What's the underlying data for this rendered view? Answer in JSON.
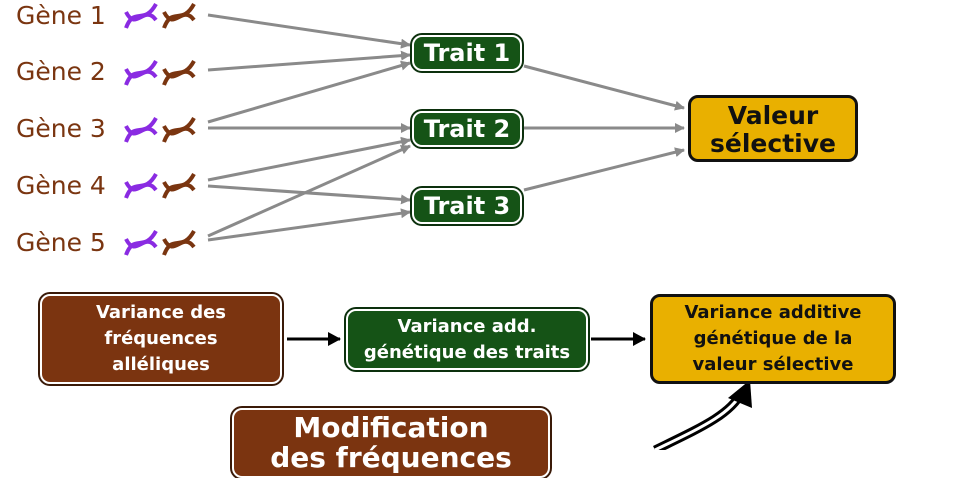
{
  "genes": [
    {
      "label": "Gène 1"
    },
    {
      "label": "Gène 2"
    },
    {
      "label": "Gène 3"
    },
    {
      "label": "Gène 4"
    },
    {
      "label": "Gène 5"
    }
  ],
  "traits": [
    {
      "label": "Trait 1"
    },
    {
      "label": "Trait 2"
    },
    {
      "label": "Trait 3"
    }
  ],
  "fitness": {
    "line1": "Valeur",
    "line2": "sélective"
  },
  "bottom": {
    "allele_variance": {
      "line1": "Variance des",
      "line2": "fréquences",
      "line3": "alléliques"
    },
    "trait_variance": {
      "line1": "Variance add.",
      "line2": "génétique des traits"
    },
    "fitness_variance": {
      "line1": "Variance additive",
      "line2": "génétique de la",
      "line3": "valeur sélective"
    },
    "modification": {
      "line1": "Modification",
      "line2": "des fréquences"
    }
  },
  "colors": {
    "gene_text": "#7a3510",
    "trait_green": "#155316",
    "fitness_gold": "#e9b000",
    "brown_box": "#7b3410",
    "arrow_gray": "#8a8a8a",
    "dna_purple": "#8a2be2",
    "dna_brown": "#7a3510"
  },
  "icons": [
    "dna-purple-icon",
    "dna-brown-icon"
  ]
}
